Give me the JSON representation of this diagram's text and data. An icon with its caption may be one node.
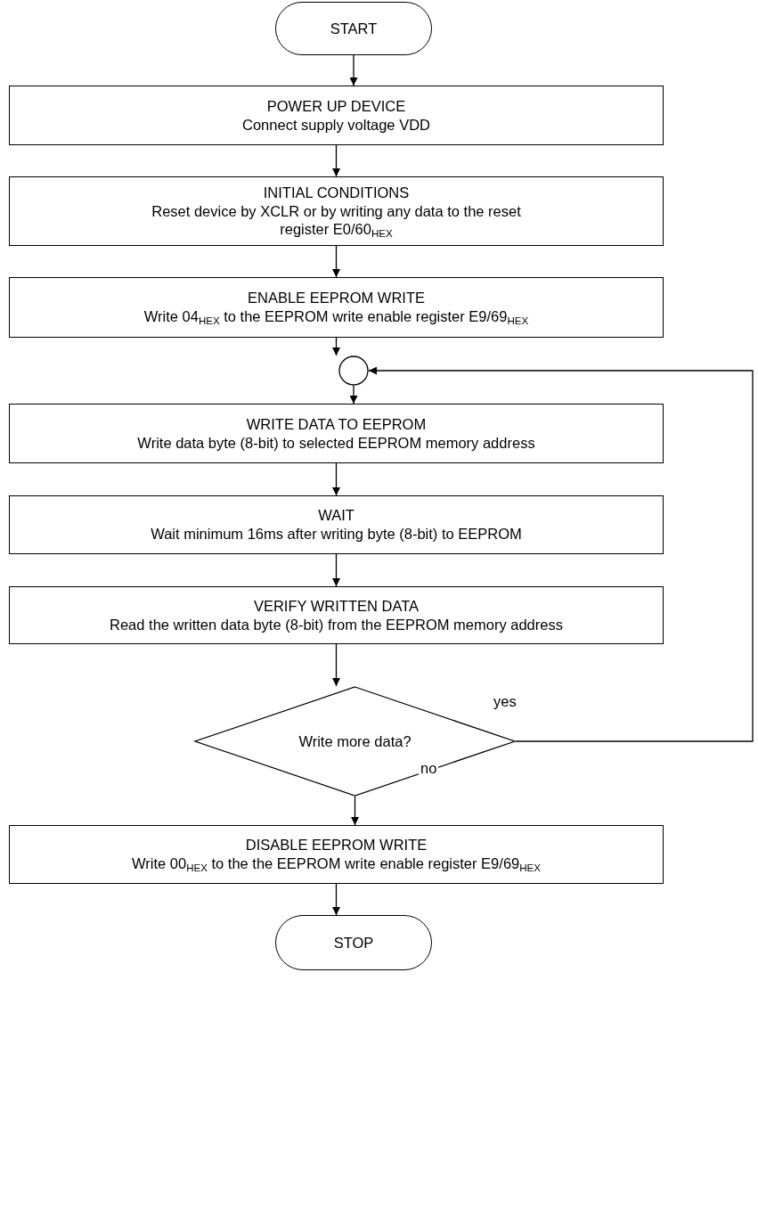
{
  "diagram": {
    "nodes": [
      {
        "text": [
          "START"
        ]
      },
      {
        "text": [
          "POWER UP DEVICE",
          "Connect supply voltage VDD"
        ]
      },
      {
        "text": [
          "INITIAL CONDITIONS",
          "Reset device by XCLR or by writing any data to the reset register E0/60$_{HEX}$"
        ]
      },
      {
        "text": [
          "ENABLE EEPROM WRITE",
          "Write 04$_{HEX}$ to the EEPROM write enable register E9/69$_{HEX}$"
        ]
      },
      {
        "text": [],
        "shape": "circle"
      },
      {
        "text": [
          "WRITE DATA TO EEPROM",
          "Write data byte (8-bit) to selected EEPROM memory address"
        ]
      },
      {
        "text": [
          "WAIT",
          "Wait minimum 16ms after writing byte (8-bit) to EEPROM"
        ]
      },
      {
        "text": [
          "VERIFY WRITTEN DATA",
          "Read the written data byte (8-bit) from the EEPROM memory address"
        ]
      },
      {
        "text": [
          "Write more data?"
        ]
      },
      {
        "text": [
          "DISABLE EEPROM WRITE",
          "Write 00$_{HEX}$ to the the EEPROM write enable register E9/69$_{HEX}$"
        ]
      },
      {
        "text": [
          "STOP"
        ]
      }
    ],
    "edges": [
      {
        "from": 0,
        "to": 1,
        "arrow": "to"
      },
      {
        "from": 1,
        "to": 2,
        "arrow": "to"
      },
      {
        "from": 2,
        "to": 3,
        "arrow": "to"
      },
      {
        "from": 3,
        "to": 4,
        "arrow": "to"
      },
      {
        "from": 4,
        "to": 5,
        "arrow": "to"
      },
      {
        "from": 5,
        "to": 6,
        "arrow": "to"
      },
      {
        "from": 6,
        "to": 7,
        "arrow": "to"
      },
      {
        "from": 7,
        "to": 8,
        "arrow": "to"
      },
      {
        "from": 8,
        "to": 4,
        "arrow": "to",
        "label": "yes"
      },
      {
        "from": 8,
        "to": 9,
        "arrow": "to",
        "label": "no"
      },
      {
        "from": 9,
        "to": 10,
        "arrow": "to"
      }
    ]
  }
}
